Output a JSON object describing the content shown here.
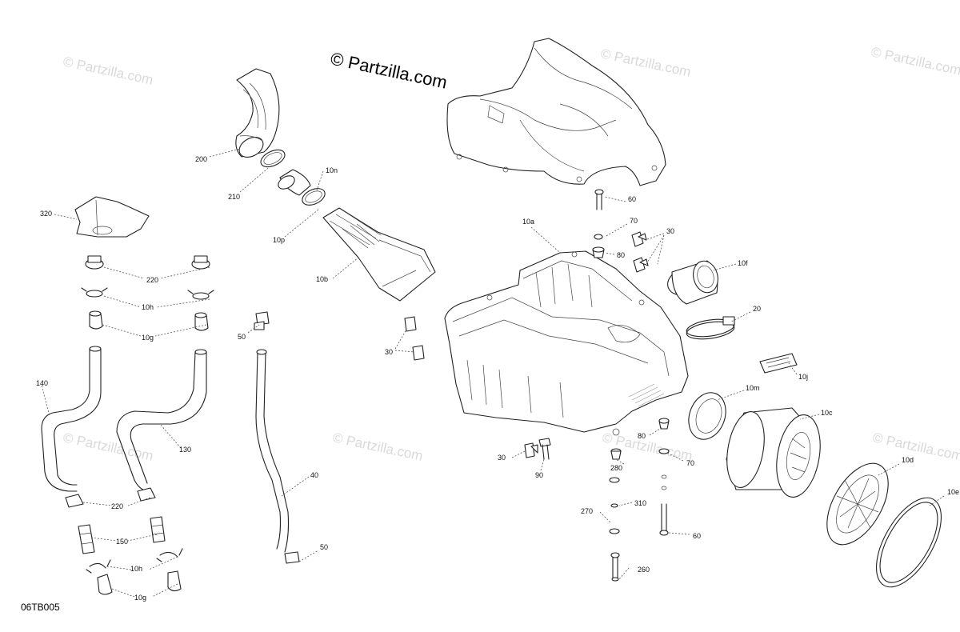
{
  "watermark_text": "© Partzilla.com",
  "brand": "© Partzilla.com",
  "diagram_code": "06TB005",
  "callouts": {
    "c200": "200",
    "c210": "210",
    "c10n": "10n",
    "c10p": "10p",
    "c10b": "10b",
    "c320": "320",
    "c220a": "220",
    "c10h_a": "10h",
    "c10g_a": "10g",
    "c140": "140",
    "c130": "130",
    "c220b": "220",
    "c150": "150",
    "c10h_b": "10h",
    "c10g_b": "10g",
    "c50a": "50",
    "c40": "40",
    "c50b": "50",
    "c30a": "30",
    "c10a": "10a",
    "c60a": "60",
    "c70a": "70",
    "c80a": "80",
    "c30b": "30",
    "c10f": "10f",
    "c20": "20",
    "c10j": "10j",
    "c10m": "10m",
    "c10c": "10c",
    "c10d": "10d",
    "c10e": "10e",
    "c80b": "80",
    "c70b": "70",
    "c280": "280",
    "c270": "270",
    "c310": "310",
    "c60b": "60",
    "c260": "260",
    "c30c": "30",
    "c90": "90"
  }
}
